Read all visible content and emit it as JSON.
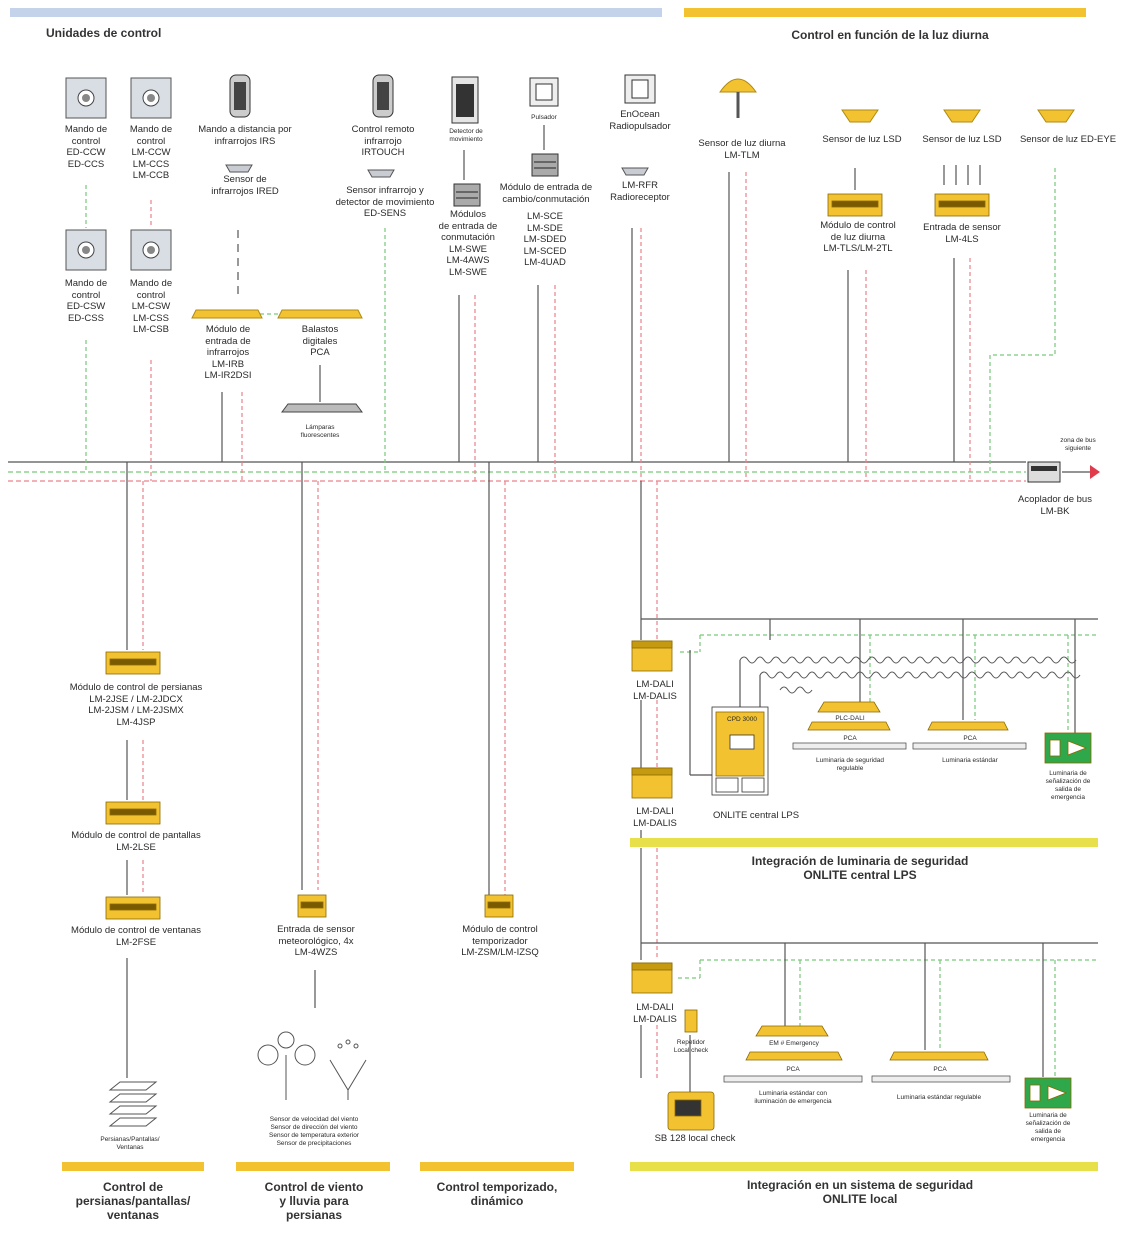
{
  "header": {
    "left_title": "Unidades de control",
    "right_title": "Control en función de la luz diurna",
    "colors": {
      "blue_bar": "#c5d3ea",
      "yellow_bar": "#f2c230",
      "module": "#f2c230",
      "green_line": "#79c97a",
      "red_line": "#e9828a",
      "bus_line": "#555555"
    }
  },
  "labels": {
    "ccw": "Mando de\ncontrol\nED-CCW\nED-CCS",
    "lmccw": "Mando de\ncontrol\nLM-CCW\nLM-CCS\nLM-CCB",
    "csw": "Mando de\ncontrol\nED-CSW\nED-CSS",
    "lmcsw": "Mando de\ncontrol\nLM-CSW\nLM-CSS\nLM-CSB",
    "irs": "Mando a distancia por\ninfrarrojos IRS",
    "ired": "Sensor de\ninfrarrojos IRED",
    "irb": "Módulo de\nentrada de\ninfrarrojos\nLM-IRB\nLM-IR2DSI",
    "pca_ballast": "Balastos\ndigitales\nPCA",
    "lamps": "Lámparas\nfluorescentes",
    "irtouch": "Control remoto\ninfrarrojo\nIRTOUCH",
    "sens": "Sensor infrarrojo y\ndetector de movimiento\nED-SENS",
    "detector": "Detector de\nmovimiento",
    "swe": "Módulos\nde entrada de\nconmutación\nLM-SWE\nLM-4AWS\nLM-SWE",
    "pulsador": "Pulsador",
    "sce": "Módulo de entrada de\ncambio/conmutación",
    "sce_models": "LM-SCE\nLM-SDE\nLM-SDED\nLM-SCED\nLM-4UAD",
    "enocean": "EnOcean\nRadiopulsador",
    "rfr": "LM-RFR\nRadioreceptor",
    "tlm": "Sensor de luz diurna\nLM-TLM",
    "lsd1": "Sensor de luz LSD",
    "lsd2": "Sensor de luz LSD",
    "eye": "Sensor de luz ED-EYE",
    "tls": "Módulo de control\nde luz diurna\nLM-TLS/LM-2TL",
    "4ls": "Entrada de sensor\nLM-4LS",
    "bus_next": "zona de bus\nsiguiente",
    "bk": "Acoplador de bus\nLM-BK",
    "blinds": "Módulo de control de persianas\nLM-2JSE / LM-2JDCX\nLM-2JSM / LM-2JSMX\nLM-4JSP",
    "screens": "Módulo de control de pantallas\nLM-2LSE",
    "windows": "Módulo de control de ventanas\nLM-2FSE",
    "weather": "Entrada de sensor\nmeteorológico, 4x\nLM-4WZS",
    "timer": "Módulo de control\ntemporizador\nLM-ZSM/LM-IZSQ",
    "blinds_icon": "Persianas/Pantallas/\nVentanas",
    "weather_sensors": "Sensor de velocidad del viento\nSensor de dirección del viento\nSensor de temperatura exterior\nSensor de precipitaciones",
    "dali1": "LM-DALI\nLM-DALIS",
    "dali2": "LM-DALI\nLM-DALIS",
    "dali3": "LM-DALI\nLM-DALIS",
    "cpd": "CPD 3000",
    "lps_caption": "ONLITE central LPS",
    "plc": "PLC-DALI",
    "pca1": "PCA",
    "pca2": "PCA",
    "reg_lum": "Luminaria de seguridad\nregulable",
    "std_lum": "Luminaria estándar",
    "exit1": "Luminaria de\nseñalización de\nsalida de\nemergencia",
    "sec1": "Integración de luminaria de seguridad\nONLITE central LPS",
    "repeater": "Repetidor\nLocal check",
    "em": "EM # Emergency",
    "pca3": "PCA",
    "pca4": "PCA",
    "std_em": "Luminaria estándar con\niluminación de emergencia",
    "std_reg": "Luminaria estándar regulable",
    "exit2": "Luminaria de\nseñalización de\nsalida de\nemergencia",
    "sb128": "SB 128 local check",
    "sec2": "Integración en un sistema de seguridad\nONLITE local",
    "f1": "Control de\npersianas/pantallas/\nventanas",
    "f2": "Control de viento\ny lluvia para\npersianas",
    "f3": "Control temporizado,\ndinámico"
  }
}
